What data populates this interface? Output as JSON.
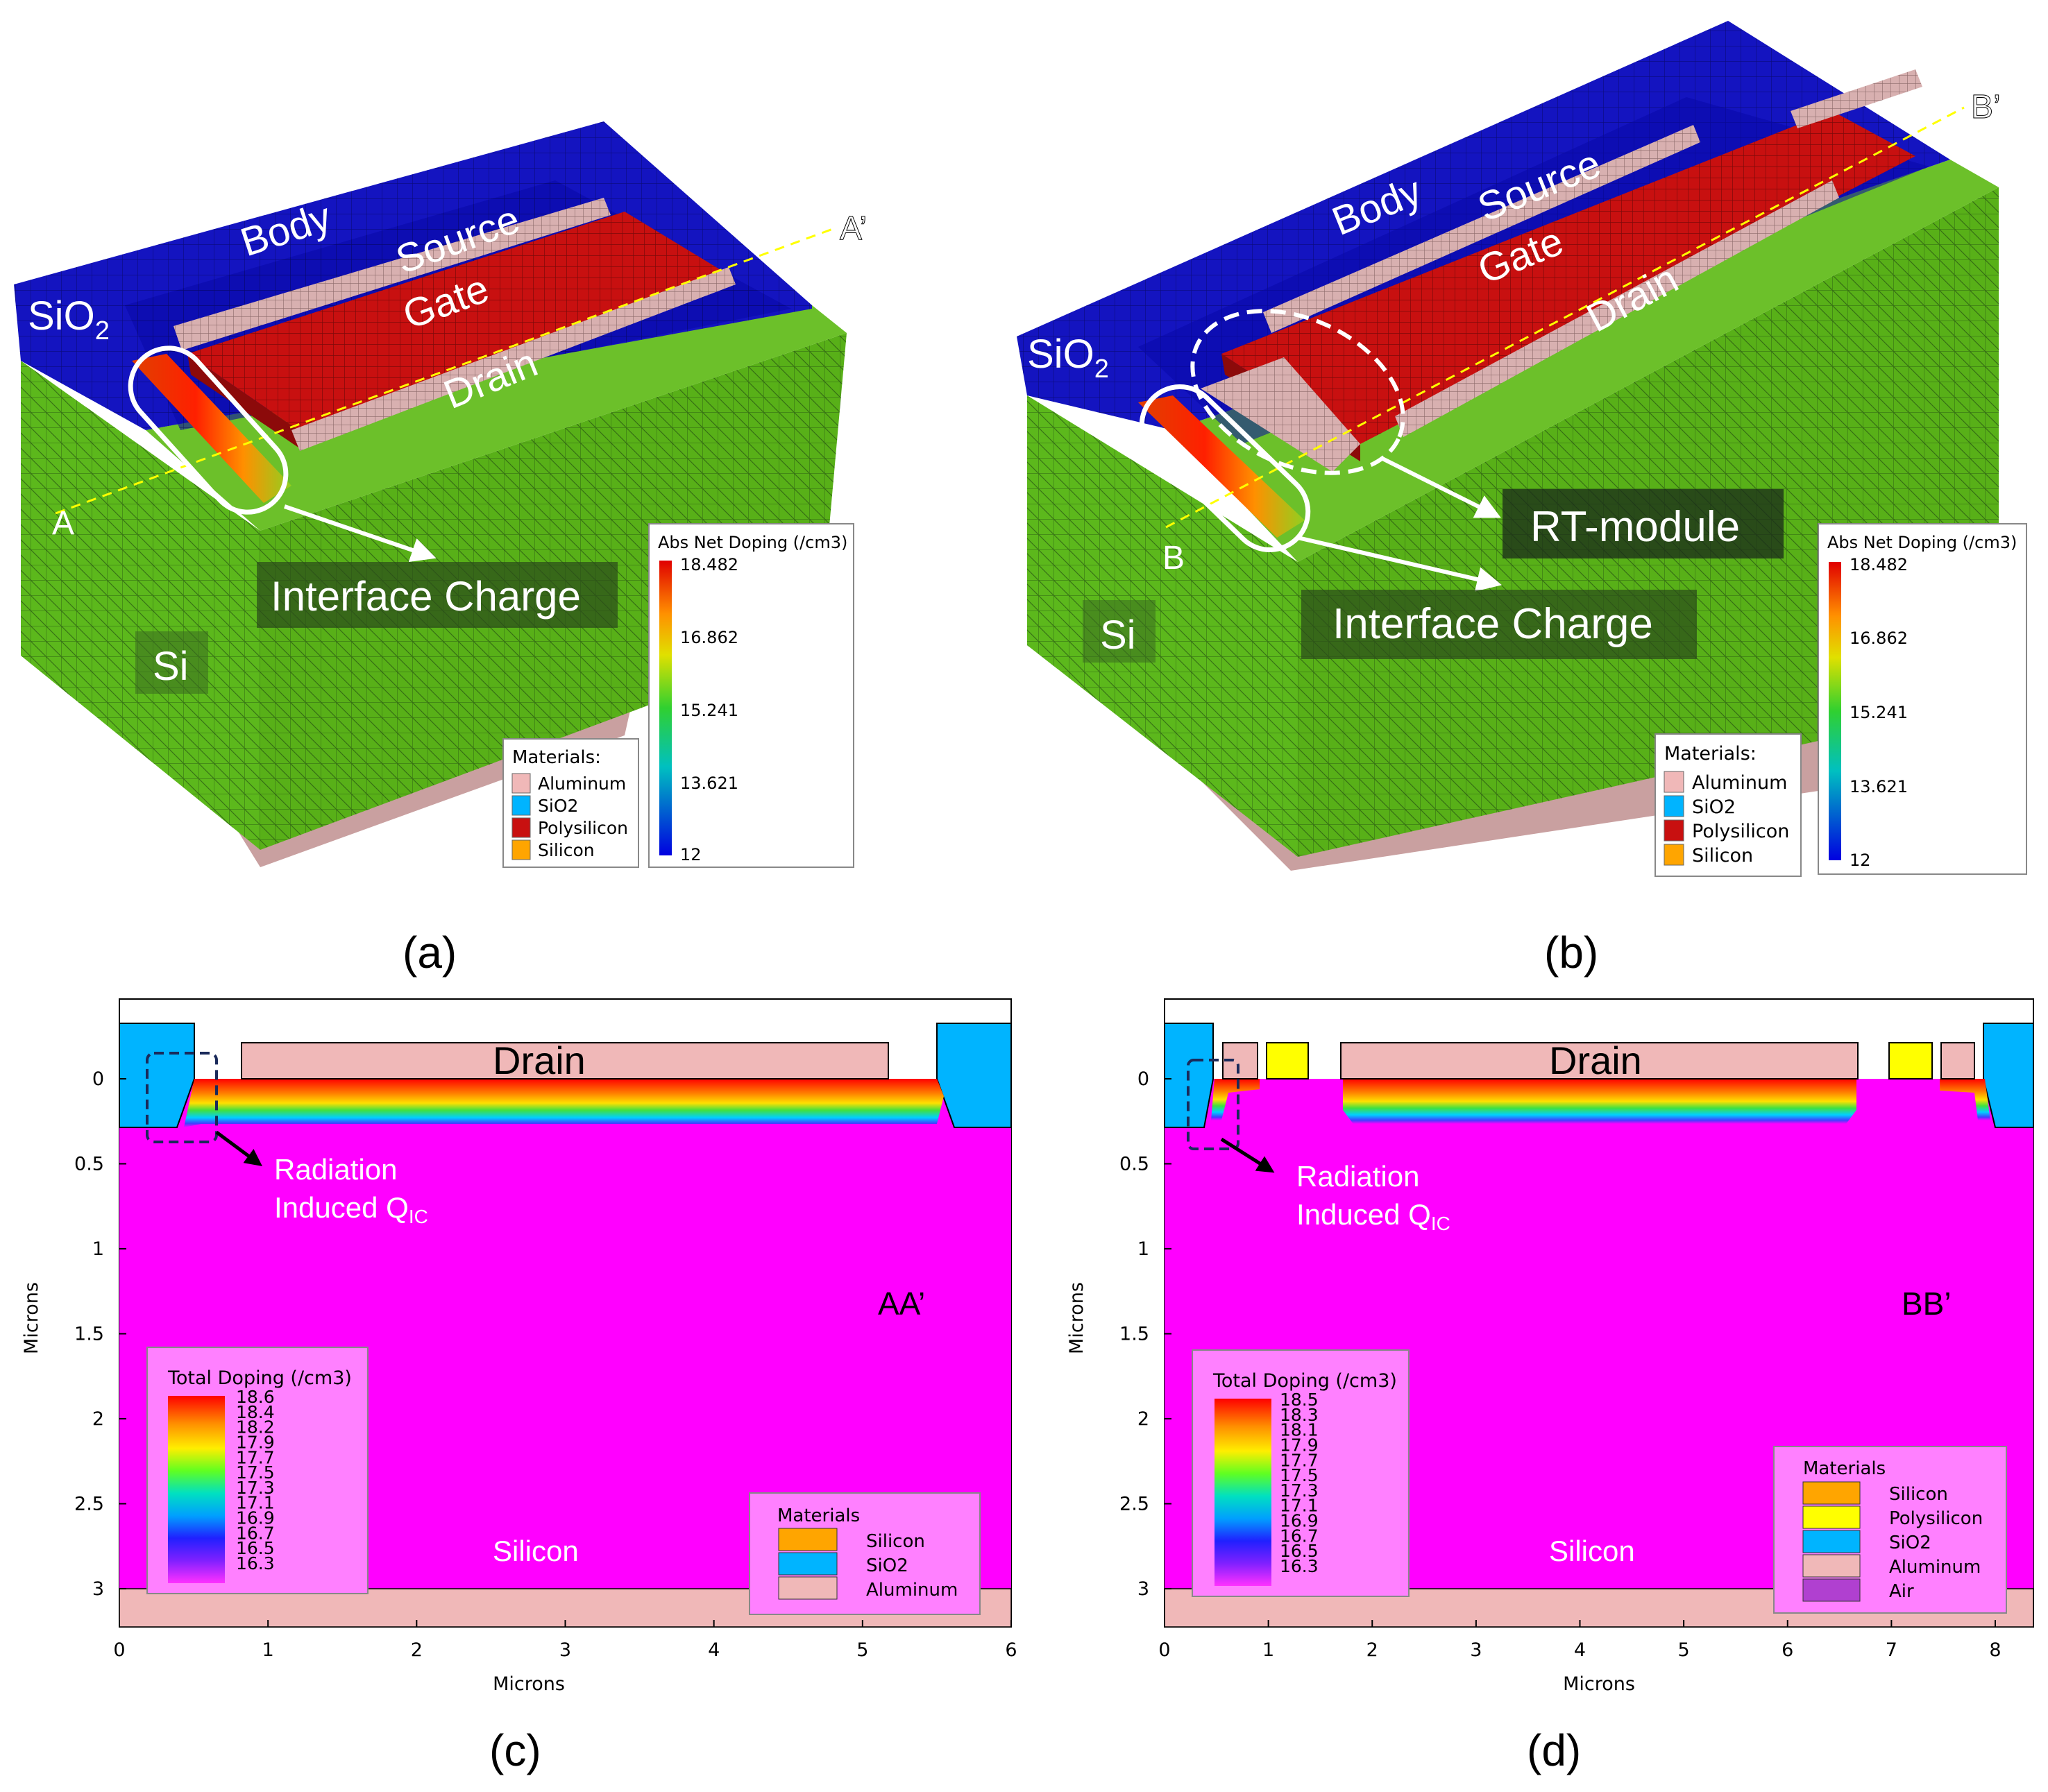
{
  "panels": {
    "a": {
      "caption": "(a)",
      "labels": {
        "body": "Body",
        "source": "Source",
        "gate": "Gate",
        "drain": "Drain",
        "sio2": "SiO",
        "sio2_sub": "2",
        "si": "Si",
        "cut_start": "A",
        "cut_end": "A’"
      },
      "callout": "Interface Charge",
      "colorbar": {
        "title": "Abs Net Doping (/cm3)",
        "ticks": [
          "18.482",
          "16.862",
          "15.241",
          "13.621",
          "12"
        ]
      },
      "materials": {
        "title": "Materials:",
        "items": [
          "Aluminum",
          "SiO2",
          "Polysilicon",
          "Silicon"
        ]
      }
    },
    "b": {
      "caption": "(b)",
      "labels": {
        "body": "Body",
        "source": "Source",
        "gate": "Gate",
        "drain": "Drain",
        "sio2": "SiO",
        "sio2_sub": "2",
        "si": "Si",
        "cut_start": "B",
        "cut_end": "B’"
      },
      "callout": "Interface Charge",
      "callout2": "RT-module",
      "colorbar": {
        "title": "Abs Net Doping (/cm3)",
        "ticks": [
          "18.482",
          "16.862",
          "15.241",
          "13.621",
          "12"
        ]
      },
      "materials": {
        "title": "Materials:",
        "items": [
          "Aluminum",
          "SiO2",
          "Polysilicon",
          "Silicon"
        ]
      }
    },
    "c": {
      "caption": "(c)",
      "drain_label": "Drain",
      "silicon_label": "Silicon",
      "cut_label": "AA’",
      "annotation_line1": "Radiation",
      "annotation_line2": "Induced Q",
      "annotation_sub": "IC",
      "xlabel": "Microns",
      "ylabel": "Microns",
      "xticks": [
        "0",
        "1",
        "2",
        "3",
        "4",
        "5",
        "6"
      ],
      "yticks": [
        "0",
        "0.5",
        "1",
        "1.5",
        "2",
        "2.5",
        "3"
      ],
      "doping_legend": {
        "title": "Total Doping (/cm3)",
        "values": [
          "18.6",
          "18.4",
          "18.2",
          "17.9",
          "17.7",
          "17.5",
          "17.3",
          "17.1",
          "16.9",
          "16.7",
          "16.5",
          "16.3"
        ]
      },
      "materials": {
        "title": "Materials",
        "items": [
          "Silicon",
          "SiO2",
          "Aluminum"
        ]
      }
    },
    "d": {
      "caption": "(d)",
      "drain_label": "Drain",
      "silicon_label": "Silicon",
      "cut_label": "BB’",
      "annotation_line1": "Radiation",
      "annotation_line2": "Induced Q",
      "annotation_sub": "IC",
      "xlabel": "Microns",
      "ylabel": "Microns",
      "xticks": [
        "0",
        "1",
        "2",
        "3",
        "4",
        "5",
        "6",
        "7",
        "8"
      ],
      "yticks": [
        "0",
        "0.5",
        "1",
        "1.5",
        "2",
        "2.5",
        "3"
      ],
      "doping_legend": {
        "title": "Total Doping (/cm3)",
        "values": [
          "18.5",
          "18.3",
          "18.1",
          "17.9",
          "17.7",
          "17.5",
          "17.3",
          "17.1",
          "16.9",
          "16.7",
          "16.5",
          "16.3"
        ]
      },
      "materials": {
        "title": "Materials",
        "items": [
          "Silicon",
          "Polysilicon",
          "SiO2",
          "Aluminum",
          "Air"
        ]
      }
    }
  },
  "colors": {
    "sio2_3d": "#1010c8",
    "silicon_green": "#5cc01c",
    "polysilicon": "#c81010",
    "aluminum": "#f0b8b8",
    "silicon_orange": "#ffa500",
    "sio2_legend": "#00b4ff",
    "magenta": "#ff00ff",
    "legend_bg": "#ff80ff",
    "yellow_poly": "#ffff00",
    "air": "#b040d0"
  }
}
